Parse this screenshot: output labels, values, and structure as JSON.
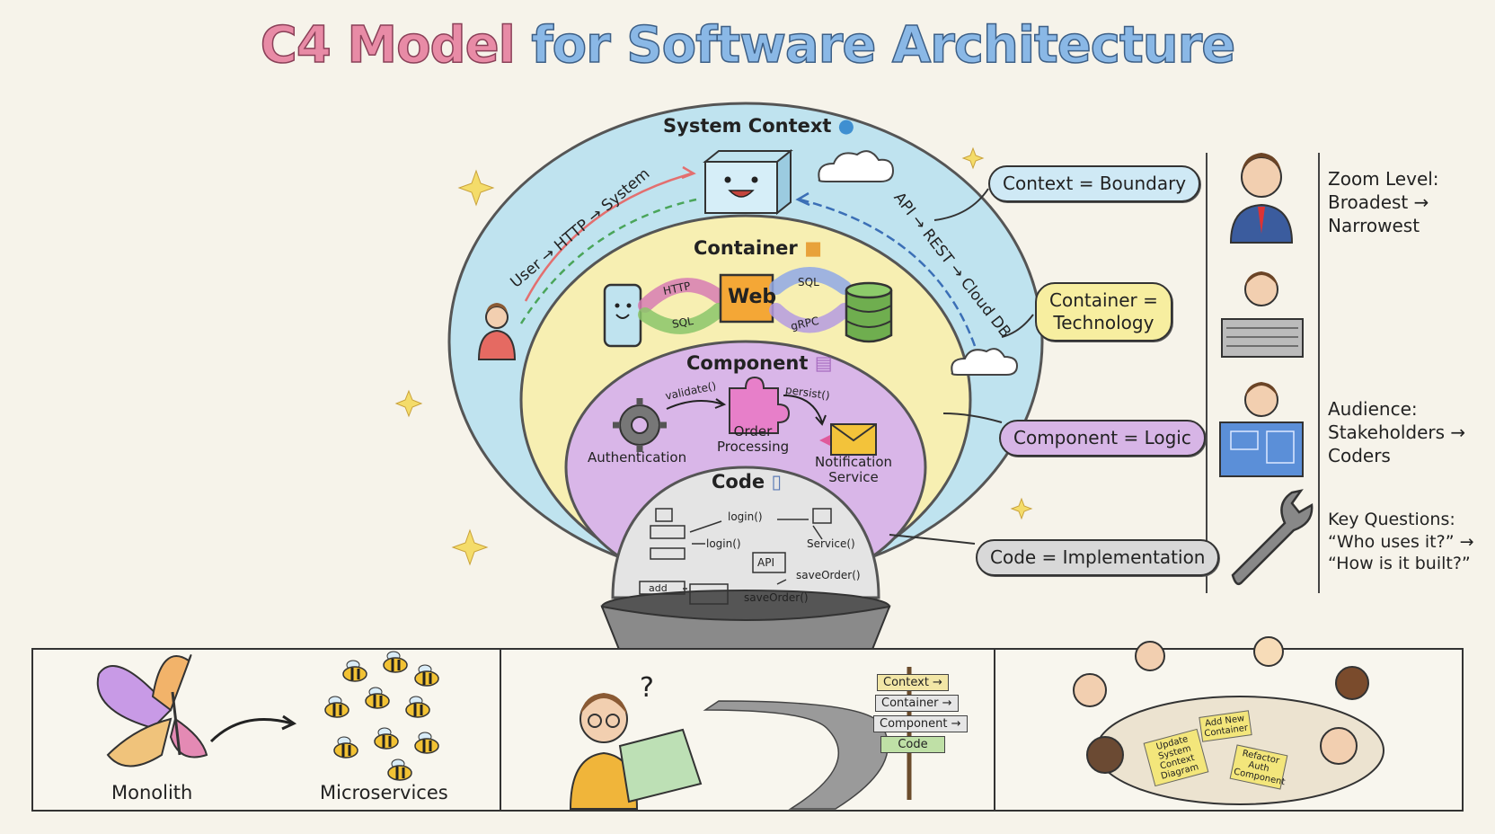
{
  "title": {
    "part1": "C4 Model",
    "part2": "for Software Architecture"
  },
  "levels": {
    "context": {
      "label": "System Context",
      "icon": "globe-icon"
    },
    "container": {
      "label": "Container",
      "icon": "box-icon"
    },
    "component": {
      "label": "Component",
      "icon": "cart-icon"
    },
    "code": {
      "label": "Code",
      "icon": "document-icon"
    }
  },
  "context_flows": {
    "left": "User → HTTP → System",
    "right": "API → REST → Cloud DB"
  },
  "container_items": {
    "web": "Web",
    "http": "HTTP",
    "sql_left": "SQL",
    "sql_right": "SQL",
    "grpc": "gRPC"
  },
  "component_items": {
    "auth": "Authentication",
    "order": "Order Processing",
    "notification": "Notification Service",
    "validate": "validate()",
    "persist": "persist()"
  },
  "code_items": {
    "login1": "login()",
    "login2": "login()",
    "service": "Service()",
    "api": "API",
    "save1": "saveOrder()",
    "save2": "saveOrder()",
    "add": "add"
  },
  "callouts": {
    "context": "Context = Boundary",
    "container_l1": "Container =",
    "container_l2": "Technology",
    "component": "Component = Logic",
    "code": "Code = Implementation"
  },
  "sidebar": {
    "zoom_l1": "Zoom Level:",
    "zoom_l2": "Broadest →",
    "zoom_l3": "Narrowest",
    "aud_l1": "Audience:",
    "aud_l2": "Stakeholders →",
    "aud_l3": "Coders",
    "kq_l1": "Key Questions:",
    "kq_l2": "“Who uses it?” →",
    "kq_l3": "“How is it built?”"
  },
  "bottom": {
    "monolith": "Monolith",
    "microservices": "Microservices",
    "signs": [
      "Context →",
      "Container →",
      "Component →",
      "Code"
    ],
    "notes": {
      "update": "Update System Context Diagram",
      "add": "Add New Container",
      "refactor": "Refactor Auth Component"
    }
  },
  "colors": {
    "context_ring": "#bfe3ef",
    "container_ring": "#f7efb2",
    "component_ring": "#d9b6e8",
    "code_ring": "#e4e4e4",
    "context_bubble": "#cfe9f5",
    "container_bubble": "#f7eea0",
    "component_bubble": "#d7b5e6",
    "code_bubble": "#d8d8d8"
  }
}
